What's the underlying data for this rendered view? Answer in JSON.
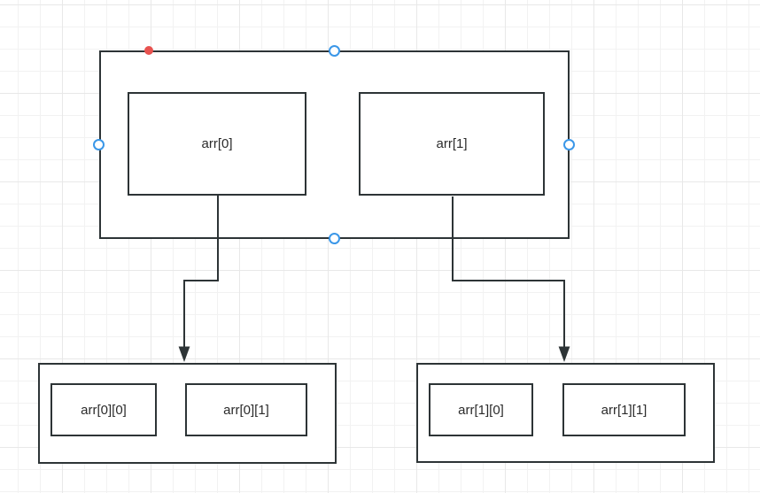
{
  "diagram": {
    "outer_array": {
      "cells": [
        {
          "label": "arr[0]"
        },
        {
          "label": "arr[1]"
        }
      ]
    },
    "row_containers": [
      {
        "cells": [
          {
            "label": "arr[0][0]"
          },
          {
            "label": "arr[0][1]"
          }
        ]
      },
      {
        "cells": [
          {
            "label": "arr[1][0]"
          },
          {
            "label": "arr[1][1]"
          }
        ]
      }
    ],
    "edges": [
      {
        "name": "arr0-to-row0"
      },
      {
        "name": "arr1-to-row1"
      }
    ],
    "colors": {
      "shape_stroke": "#2d3436",
      "shape_fill": "#ffffff",
      "text": "#2b2b2b",
      "connection_handle_blue": "#3b97e8",
      "endpoint_red": "#e8524f",
      "grid_minor": "#f2f2f2",
      "grid_major": "#e8e8e8",
      "canvas_background": "#ffffff"
    }
  }
}
